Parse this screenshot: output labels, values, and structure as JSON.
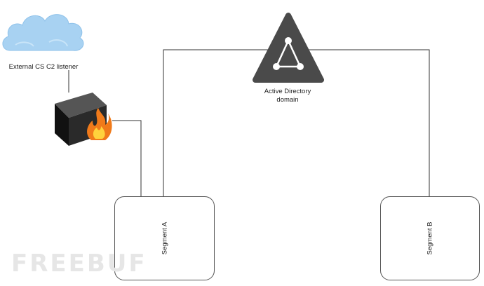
{
  "nodes": {
    "cloud_label": "External CS C2 listener",
    "ad_label_line1": "Active Directory",
    "ad_label_line2": "domain",
    "segment_a": "Segment A",
    "segment_b": "Segment B"
  },
  "watermark": "FREEBUF",
  "icons": {
    "cloud": "cloud-icon",
    "firewall": "firewall-icon",
    "domain": "active-directory-icon"
  },
  "colors": {
    "cloud": "#9fcdf0",
    "firewall_body": "#1a1a1a",
    "flame": "#f07a1a",
    "triangle": "#4a4a4a",
    "line": "#333333"
  }
}
